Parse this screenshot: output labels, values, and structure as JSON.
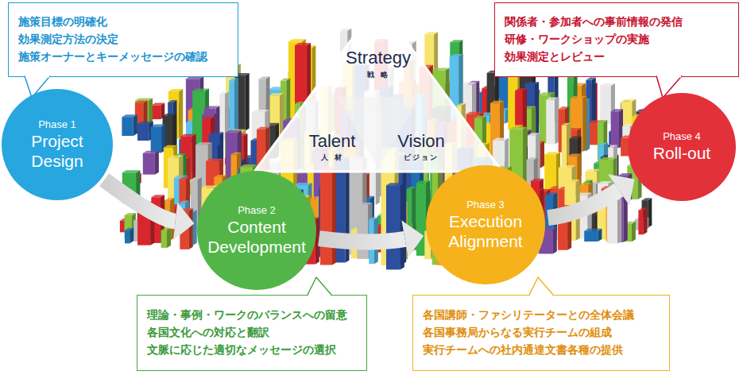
{
  "diagram": {
    "nodes": [
      {
        "text": [
          "施策目標の明確化",
          "効果測定方法の決定",
          "施策オーナーとキーメッセージの確認"
        ]
      },
      {
        "text": [
          "Phase 1",
          "Project Design"
        ]
      },
      {
        "text": [
          "Strategy",
          "戦 略",
          "Talent",
          "人 材",
          "Vision",
          "ビジョン"
        ]
      },
      {
        "text": [
          "関係者・参加者への事前情報の発信",
          "研修・ワークショップの実施",
          "効果測定とレビュー"
        ]
      },
      {
        "text": [
          "Phase 4",
          "Roll-out"
        ]
      },
      {
        "text": [
          "Phase 2",
          "Content Development"
        ]
      },
      {
        "text": [
          "Phase 3",
          "Execution Alignment"
        ]
      },
      {
        "text": [
          "理論・事例・ワークのバランスへの留意",
          "各国文化への対応と翻訳",
          "文脈に応じた適切なメッセージの選択"
        ]
      },
      {
        "text": [
          "各国講師・ファシリテーターとの全体会議",
          "各国事務局からなる実行チームの組成",
          "実行チームへの社内通達文書各種の提供"
        ]
      }
    ],
    "edges": [
      {
        "from": 1,
        "to": 5,
        "arrow": "to"
      },
      {
        "from": 5,
        "to": 6,
        "arrow": "to"
      },
      {
        "from": 6,
        "to": 4,
        "arrow": "to"
      }
    ]
  }
}
